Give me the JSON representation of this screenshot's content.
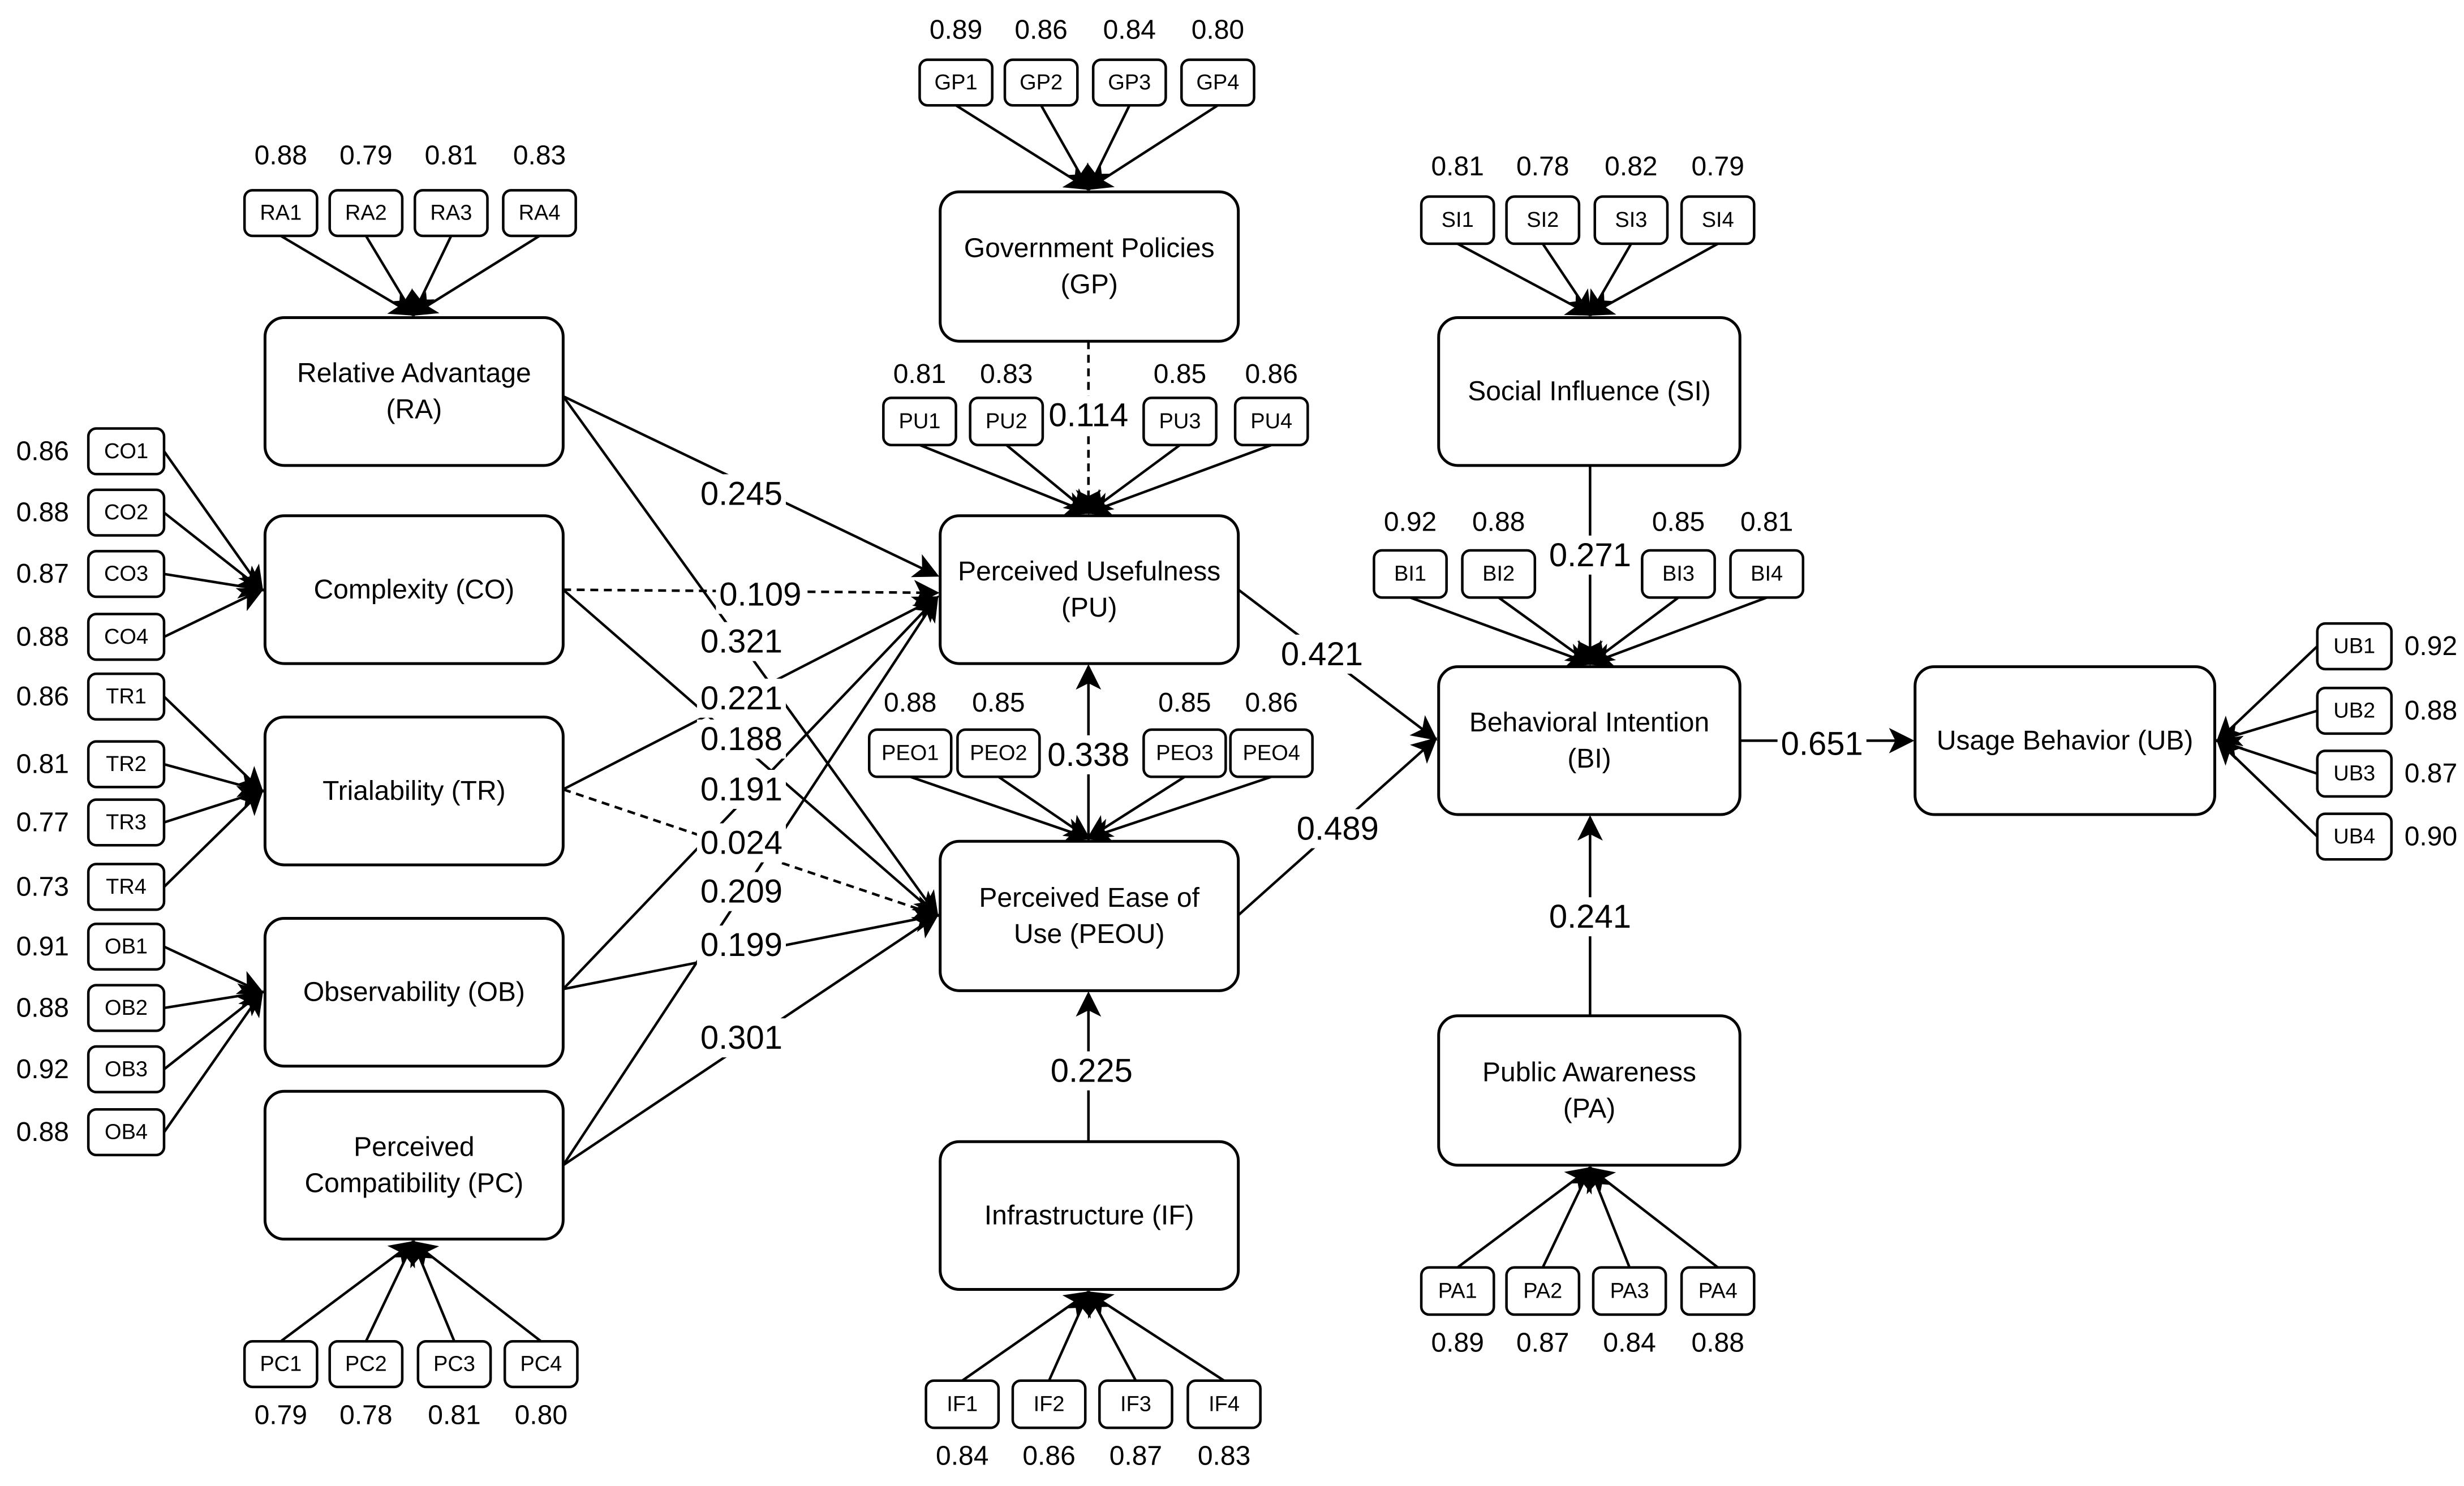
{
  "constructs": {
    "RA": {
      "lines": [
        "Relative Advantage",
        "(RA)"
      ]
    },
    "CO": {
      "lines": [
        "Complexity (CO)"
      ]
    },
    "TR": {
      "lines": [
        "Trialability (TR)"
      ]
    },
    "OB": {
      "lines": [
        "Observability (OB)"
      ]
    },
    "PC": {
      "lines": [
        "Perceived",
        "Compatibility (PC)"
      ]
    },
    "GP": {
      "lines": [
        "Government Policies",
        "(GP)"
      ]
    },
    "PU": {
      "lines": [
        "Perceived Usefulness",
        "(PU)"
      ]
    },
    "PEOU": {
      "lines": [
        "Perceived Ease of",
        "Use (PEOU)"
      ]
    },
    "IF": {
      "lines": [
        "Infrastructure (IF)"
      ]
    },
    "SI": {
      "lines": [
        "Social Influence (SI)"
      ]
    },
    "BI": {
      "lines": [
        "Behavioral Intention",
        "(BI)"
      ]
    },
    "PA": {
      "lines": [
        "Public Awareness",
        "(PA)"
      ]
    },
    "UB": {
      "lines": [
        "Usage Behavior (UB)"
      ]
    }
  },
  "indicators": {
    "RA": [
      {
        "label": "RA1",
        "loading": "0.88"
      },
      {
        "label": "RA2",
        "loading": "0.79"
      },
      {
        "label": "RA3",
        "loading": "0.81"
      },
      {
        "label": "RA4",
        "loading": "0.83"
      }
    ],
    "CO": [
      {
        "label": "CO1",
        "loading": "0.86"
      },
      {
        "label": "CO2",
        "loading": "0.88"
      },
      {
        "label": "CO3",
        "loading": "0.87"
      },
      {
        "label": "CO4",
        "loading": "0.88"
      }
    ],
    "TR": [
      {
        "label": "TR1",
        "loading": "0.86"
      },
      {
        "label": "TR2",
        "loading": "0.81"
      },
      {
        "label": "TR3",
        "loading": "0.77"
      },
      {
        "label": "TR4",
        "loading": "0.73"
      }
    ],
    "OB": [
      {
        "label": "OB1",
        "loading": "0.91"
      },
      {
        "label": "OB2",
        "loading": "0.88"
      },
      {
        "label": "OB3",
        "loading": "0.92"
      },
      {
        "label": "OB4",
        "loading": "0.88"
      }
    ],
    "PC": [
      {
        "label": "PC1",
        "loading": "0.79"
      },
      {
        "label": "PC2",
        "loading": "0.78"
      },
      {
        "label": "PC3",
        "loading": "0.81"
      },
      {
        "label": "PC4",
        "loading": "0.80"
      }
    ],
    "GP": [
      {
        "label": "GP1",
        "loading": "0.89"
      },
      {
        "label": "GP2",
        "loading": "0.86"
      },
      {
        "label": "GP3",
        "loading": "0.84"
      },
      {
        "label": "GP4",
        "loading": "0.80"
      }
    ],
    "PU": [
      {
        "label": "PU1",
        "loading": "0.81"
      },
      {
        "label": "PU2",
        "loading": "0.83"
      },
      {
        "label": "PU3",
        "loading": "0.85"
      },
      {
        "label": "PU4",
        "loading": "0.86"
      }
    ],
    "PEOU": [
      {
        "label": "PEO1",
        "loading": "0.88"
      },
      {
        "label": "PEO2",
        "loading": "0.85"
      },
      {
        "label": "PEO3",
        "loading": "0.85"
      },
      {
        "label": "PEO4",
        "loading": "0.86"
      }
    ],
    "IF": [
      {
        "label": "IF1",
        "loading": "0.84"
      },
      {
        "label": "IF2",
        "loading": "0.86"
      },
      {
        "label": "IF3",
        "loading": "0.87"
      },
      {
        "label": "IF4",
        "loading": "0.83"
      }
    ],
    "SI": [
      {
        "label": "SI1",
        "loading": "0.81"
      },
      {
        "label": "SI2",
        "loading": "0.78"
      },
      {
        "label": "SI3",
        "loading": "0.82"
      },
      {
        "label": "SI4",
        "loading": "0.79"
      }
    ],
    "BI": [
      {
        "label": "BI1",
        "loading": "0.92"
      },
      {
        "label": "BI2",
        "loading": "0.88"
      },
      {
        "label": "BI3",
        "loading": "0.85"
      },
      {
        "label": "BI4",
        "loading": "0.81"
      }
    ],
    "PA": [
      {
        "label": "PA1",
        "loading": "0.89"
      },
      {
        "label": "PA2",
        "loading": "0.87"
      },
      {
        "label": "PA3",
        "loading": "0.84"
      },
      {
        "label": "PA4",
        "loading": "0.88"
      }
    ],
    "UB": [
      {
        "label": "UB1",
        "loading": "0.92"
      },
      {
        "label": "UB2",
        "loading": "0.88"
      },
      {
        "label": "UB3",
        "loading": "0.87"
      },
      {
        "label": "UB4",
        "loading": "0.90"
      }
    ]
  },
  "paths": [
    {
      "from": "RA",
      "to": "PU",
      "coef": "0.245",
      "significant": true
    },
    {
      "from": "RA",
      "to": "PEOU",
      "coef": "0.321",
      "significant": true
    },
    {
      "from": "CO",
      "to": "PU",
      "coef": "0.109",
      "significant": false
    },
    {
      "from": "CO",
      "to": "PEOU",
      "coef": "0.188",
      "significant": true
    },
    {
      "from": "TR",
      "to": "PU",
      "coef": "0.221",
      "significant": true
    },
    {
      "from": "TR",
      "to": "PEOU",
      "coef": "0.024",
      "significant": false
    },
    {
      "from": "OB",
      "to": "PU",
      "coef": "0.191",
      "significant": true
    },
    {
      "from": "OB",
      "to": "PEOU",
      "coef": "0.199",
      "significant": true
    },
    {
      "from": "PC",
      "to": "PU",
      "coef": "0.209",
      "significant": true
    },
    {
      "from": "PC",
      "to": "PEOU",
      "coef": "0.301",
      "significant": true
    },
    {
      "from": "GP",
      "to": "PU",
      "coef": "0.114",
      "significant": false
    },
    {
      "from": "PEOU",
      "to": "PU",
      "coef": "0.338",
      "significant": true
    },
    {
      "from": "IF",
      "to": "PEOU",
      "coef": "0.225",
      "significant": true
    },
    {
      "from": "PU",
      "to": "BI",
      "coef": "0.421",
      "significant": true
    },
    {
      "from": "PEOU",
      "to": "BI",
      "coef": "0.489",
      "significant": true
    },
    {
      "from": "SI",
      "to": "BI",
      "coef": "0.271",
      "significant": true
    },
    {
      "from": "PA",
      "to": "BI",
      "coef": "0.241",
      "significant": true
    },
    {
      "from": "BI",
      "to": "UB",
      "coef": "0.651",
      "significant": true
    }
  ]
}
